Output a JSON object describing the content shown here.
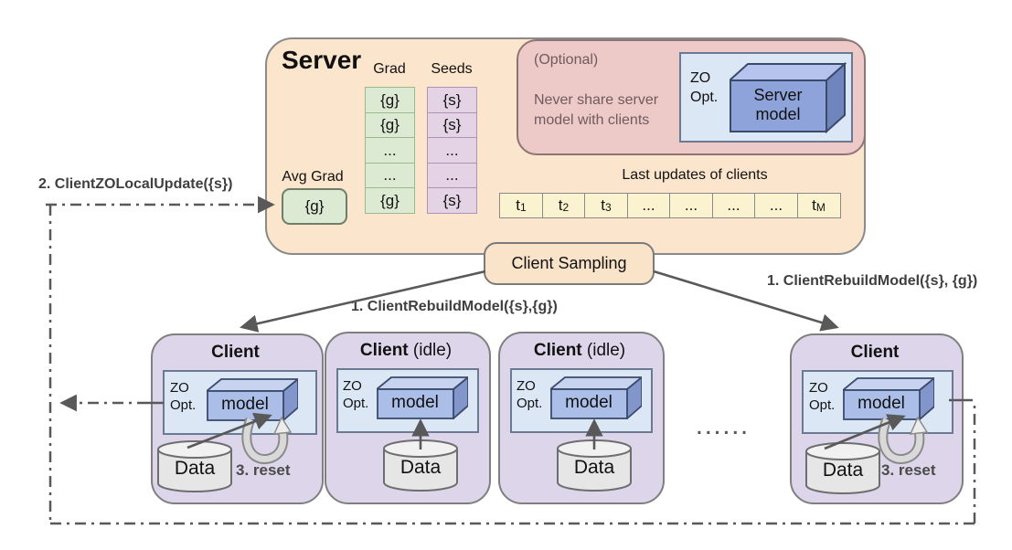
{
  "server": {
    "title": "Server",
    "grad_header": "Grad",
    "seeds_header": "Seeds",
    "grad_cells": [
      "{g}",
      "{g}",
      "...",
      "...",
      "{g}"
    ],
    "seed_cells": [
      "{s}",
      "{s}",
      "...",
      "...",
      "{s}"
    ],
    "avg_grad_label": "Avg Grad",
    "avg_grad_value": "{g}",
    "optional": {
      "title": "(Optional)",
      "note_line1": "Never share server",
      "note_line2": "model with clients",
      "zo_line1": "ZO",
      "zo_line2": "Opt.",
      "model_line1": "Server",
      "model_line2": "model"
    },
    "last_updates": {
      "title": "Last updates of clients",
      "cells": [
        {
          "base": "t",
          "sub": "1"
        },
        {
          "base": "t",
          "sub": "2"
        },
        {
          "base": "t",
          "sub": "3"
        },
        {
          "base": "...",
          "sub": ""
        },
        {
          "base": "...",
          "sub": ""
        },
        {
          "base": "...",
          "sub": ""
        },
        {
          "base": "...",
          "sub": ""
        },
        {
          "base": "t",
          "sub": "M"
        }
      ]
    }
  },
  "client_sampling_label": "Client Sampling",
  "edges": {
    "rebuild_left_label": "1. ClientRebuildModel({s},{g})",
    "rebuild_right_label": "1. ClientRebuildModel({s}, {g})",
    "zo_local_update_label": "2. ClientZOLocalUpdate({s})",
    "ellipsis": "......"
  },
  "clients": [
    {
      "title": "Client",
      "suffix": "",
      "zo_line1": "ZO",
      "zo_line2": "Opt.",
      "model_label": "model",
      "data_label": "Data",
      "reset_label": "3. reset"
    },
    {
      "title": "Client",
      "suffix": " (idle)",
      "zo_line1": "ZO",
      "zo_line2": "Opt.",
      "model_label": "model",
      "data_label": "Data"
    },
    {
      "title": "Client",
      "suffix": " (idle)",
      "zo_line1": "ZO",
      "zo_line2": "Opt.",
      "model_label": "model",
      "data_label": "Data"
    },
    {
      "title": "Client",
      "suffix": "",
      "zo_line1": "ZO",
      "zo_line2": "Opt.",
      "model_label": "model",
      "data_label": "Data",
      "reset_label": "3. reset"
    }
  ],
  "colors": {
    "canvas_bg": "#ffffff",
    "server_fill": "#FBE5CC",
    "server_border": "#8a8a8a",
    "optional_fill": "#EDC9C8",
    "optional_border": "#8f7474",
    "optional_text": "#6f5c5c",
    "grad_cell_fill": "#DCEAD4",
    "grad_cell_border": "#9cb98c",
    "seed_cell_fill": "#E3D3E4",
    "seed_cell_border": "#AF93B4",
    "updates_cell_fill": "#FBF2CF",
    "panel_fill": "#DCE7F5",
    "panel_border": "#6b7a92",
    "client_fill": "#DDD6EA",
    "client_border": "#7f7f7f",
    "sampling_fill": "#FAE4C9",
    "model_front": "#ABBEE7",
    "model_top": "#C8D3F0",
    "model_side": "#8296CB",
    "model_border": "#3a4a6b",
    "server_model_front": "#8EA3DA",
    "server_model_top": "#B6C3EC",
    "server_model_side": "#7085BE",
    "cylinder_fill": "#E6E6E6",
    "cylinder_top": "#F1F1F1",
    "line_color": "#595959",
    "label_color": "#3f3f3f"
  }
}
